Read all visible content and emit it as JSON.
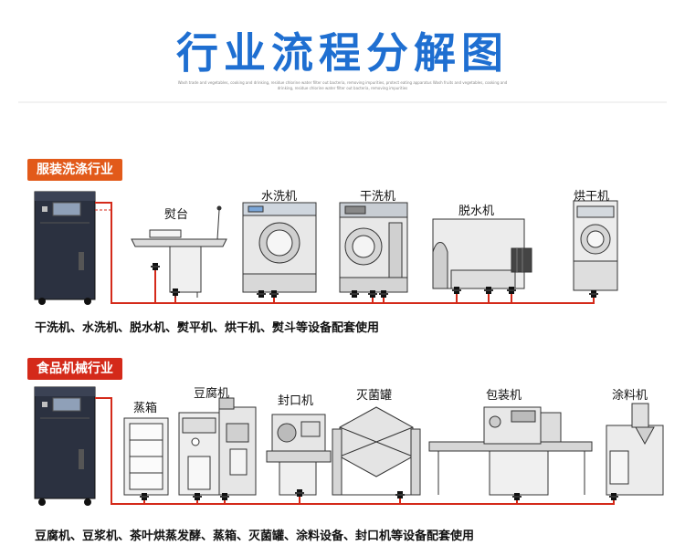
{
  "header": {
    "title": "行业流程分解图",
    "subtitle": "Wash trade and vegetables, cooking and drinking, residue chlorine water filter out bacteria, removing impurities, protect eating apparatus Wash fruits and vegetables, cooking and drinking, residue chlorine water filter out bacteria, removing impurities"
  },
  "colors": {
    "title": "#1f6fd1",
    "pipe": "#d42a1a",
    "section1": "#e25a1a",
    "section2": "#d42a1a"
  },
  "sections": [
    {
      "label": "服装洗涤行业",
      "machines": [
        "熨台",
        "水洗机",
        "干洗机",
        "脱水机",
        "烘干机"
      ],
      "caption": "干洗机、水洗机、脱水机、熨平机、烘干机、熨斗等设备配套使用"
    },
    {
      "label": "食品机械行业",
      "machines": [
        "蒸箱",
        "豆腐机",
        "封口机",
        "灭菌罐",
        "包装机",
        "涂料机"
      ],
      "caption": "豆腐机、豆浆机、茶叶烘蒸发酵、蒸箱、灭菌罐、涂料设备、封口机等设备配套使用"
    }
  ]
}
